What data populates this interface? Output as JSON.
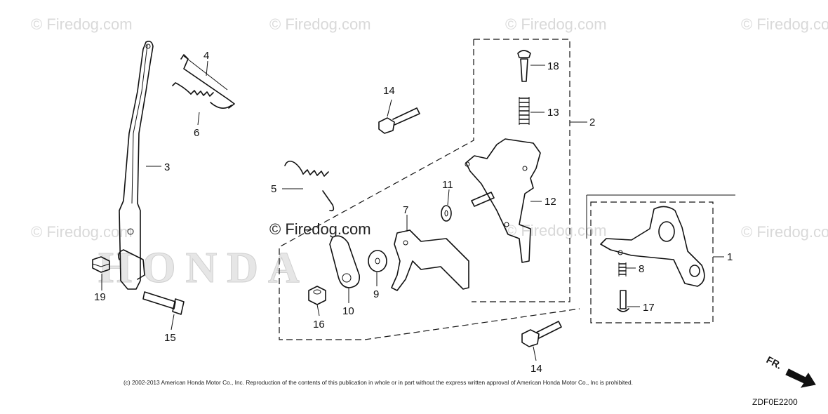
{
  "watermark": {
    "text": "© Firedog.com"
  },
  "callouts": {
    "c1": "1",
    "c2": "2",
    "c3": "3",
    "c4": "4",
    "c5": "5",
    "c6": "6",
    "c7": "7",
    "c8": "8",
    "c9": "9",
    "c10": "10",
    "c11": "11",
    "c12": "12",
    "c13": "13",
    "c14a": "14",
    "c14b": "14",
    "c15": "15",
    "c16": "16",
    "c17": "17",
    "c18": "18",
    "c19": "19"
  },
  "direction_label": "FR.",
  "copyright": "(c) 2002-2013 American Honda Motor Co., Inc. Reproduction of the contents of this publication in whole or in part without the express written approval of American Honda Motor Co., Inc is prohibited.",
  "diagram_code": "ZDF0E2200",
  "brand_watermark": "HONDA"
}
